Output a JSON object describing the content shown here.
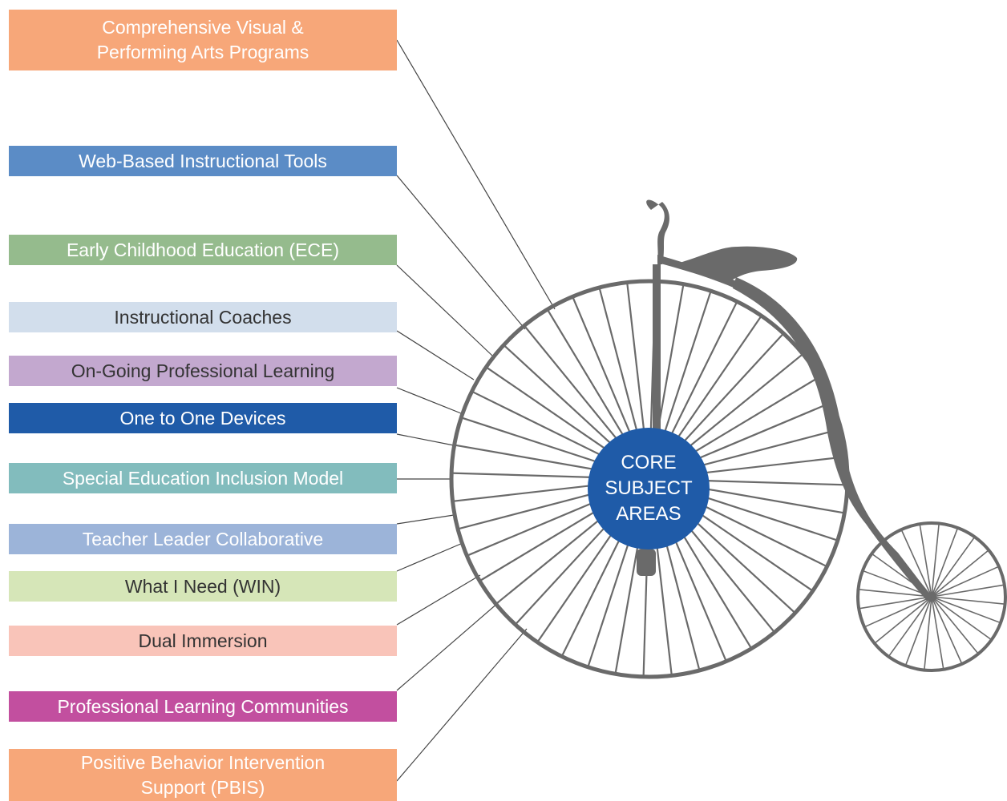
{
  "items": [
    {
      "label": "Comprehensive Visual &\nPerforming Arts Programs",
      "bg": "#F7A779",
      "fg": "#ffffff"
    },
    {
      "label": "Web-Based Instructional Tools",
      "bg": "#5B8CC6",
      "fg": "#ffffff"
    },
    {
      "label": "Early Childhood Education (ECE)",
      "bg": "#95BB8D",
      "fg": "#ffffff"
    },
    {
      "label": "Instructional Coaches",
      "bg": "#D2DEEC",
      "fg": "#333333"
    },
    {
      "label": "On-Going Professional Learning",
      "bg": "#C3A8CF",
      "fg": "#333333"
    },
    {
      "label": "One to One Devices",
      "bg": "#1F5BA8",
      "fg": "#ffffff"
    },
    {
      "label": "Special Education Inclusion Model",
      "bg": "#82BCBD",
      "fg": "#ffffff"
    },
    {
      "label": "Teacher Leader Collaborative",
      "bg": "#9CB4D9",
      "fg": "#ffffff"
    },
    {
      "label": "What I Need (WIN)",
      "bg": "#D6E6B8",
      "fg": "#333333"
    },
    {
      "label": "Dual Immersion",
      "bg": "#F9C4B9",
      "fg": "#333333"
    },
    {
      "label": "Professional Learning Communities",
      "bg": "#C24F9F",
      "fg": "#ffffff"
    },
    {
      "label": "Positive Behavior Intervention\nSupport (PBIS)",
      "bg": "#F7A779",
      "fg": "#ffffff"
    }
  ],
  "hub": {
    "label": "CORE\nSUBJECT\nAREAS",
    "bg": "#1F5BA8"
  },
  "colors": {
    "bike": "#6a6a6a",
    "connector": "#444444"
  }
}
